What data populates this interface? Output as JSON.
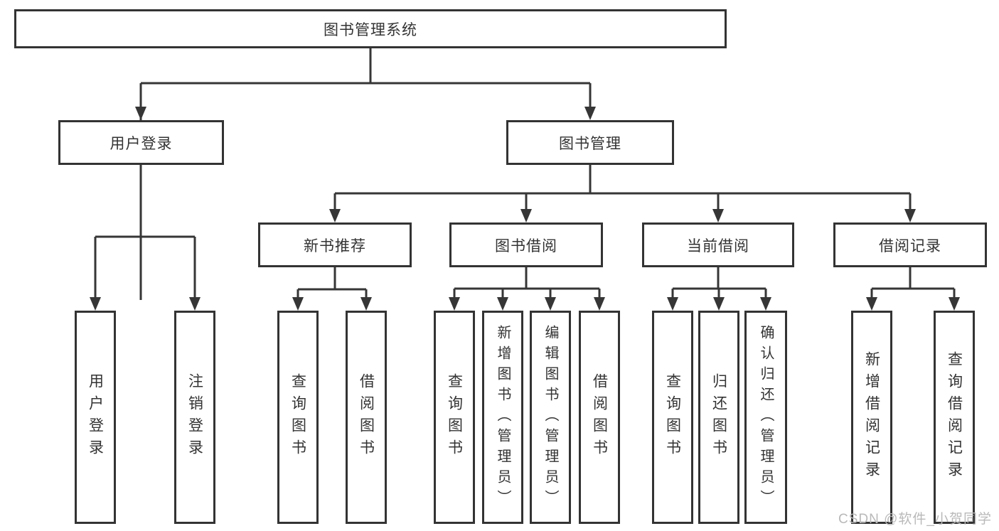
{
  "diagram": {
    "title": "图书管理系统",
    "root": {
      "label": "图书管理系统"
    },
    "level2": [
      {
        "label": "用户登录"
      },
      {
        "label": "图书管理"
      }
    ],
    "level3": [
      {
        "label": "新书推荐"
      },
      {
        "label": "图书借阅"
      },
      {
        "label": "当前借阅"
      },
      {
        "label": "借阅记录"
      }
    ],
    "leaves": {
      "user_login": [
        {
          "label": "用户登录"
        },
        {
          "label": "注销登录"
        }
      ],
      "new_books": [
        {
          "label": "查询图书"
        },
        {
          "label": "借阅图书"
        }
      ],
      "book_borrow": [
        {
          "label": "查询图书"
        },
        {
          "label": "新增图书（管理员）"
        },
        {
          "label": "编辑图书（管理员）"
        },
        {
          "label": "借阅图书"
        }
      ],
      "current_borrow": [
        {
          "label": "查询图书"
        },
        {
          "label": "归还图书"
        },
        {
          "label": "确认归还（管理员）"
        }
      ],
      "borrow_records": [
        {
          "label": "新增借阅记录"
        },
        {
          "label": "查询借阅记录"
        }
      ]
    }
  },
  "watermark": {
    "text": "CSDN @软件_小贺同学"
  },
  "colors": {
    "line": "#363636",
    "box_border": "#333333",
    "text": "#333333",
    "watermark": "#b9b9b9",
    "background": "#ffffff"
  }
}
